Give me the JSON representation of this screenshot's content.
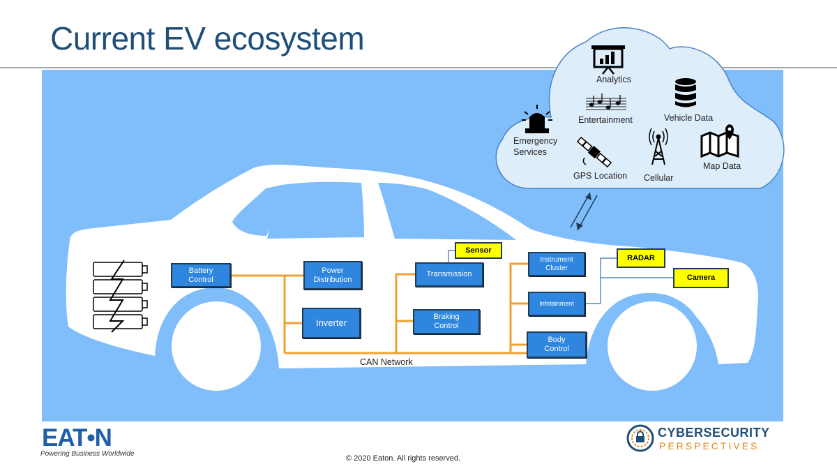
{
  "page": {
    "title": "Current EV ecosystem",
    "footer": "© 2020 Eaton. All rights reserved."
  },
  "colors": {
    "title": "#1f4e79",
    "panel": "#80bdfb",
    "cloud": "#deedfa",
    "car_body": "#ffffff",
    "ecu_fill": "#2e86de",
    "ecu_border": "#1f3b57",
    "sensor_fill": "#ffff00",
    "can_bus": "#f0a030",
    "sensor_link": "#2e6fbd"
  },
  "cloud": {
    "services": [
      {
        "label": "Analytics",
        "icon": "presentation-board-icon"
      },
      {
        "label": "Entertainment",
        "icon": "music-notes-icon"
      },
      {
        "label": "Vehicle Data",
        "icon": "database-icon"
      },
      {
        "label": "Emergency\nServices",
        "icon": "siren-icon"
      },
      {
        "label": "GPS Location",
        "icon": "satellite-icon"
      },
      {
        "label": "Cellular",
        "icon": "cell-tower-icon"
      },
      {
        "label": "Map Data",
        "icon": "map-pin-icon"
      }
    ]
  },
  "vehicle": {
    "battery_icon": "battery-pack-icon",
    "ecus": {
      "battery_control": "Battery\nControl",
      "power_distribution": "Power\nDistribution",
      "inverter": "Inverter",
      "transmission": "Transmission",
      "braking_control": "Braking\nControl",
      "instrument_cluster": "Instrument\nCluster",
      "infotainment": "Infotainment",
      "body_control": "Body\nControl"
    },
    "sensors": {
      "sensor": "Sensor",
      "radar": "RADAR",
      "camera": "Camera"
    },
    "network_label": "CAN Network"
  },
  "branding": {
    "eaton_logo": "EAT•N",
    "eaton_tagline": "Powering Business Worldwide",
    "cyber_logo_line1": "CYBERSECURITY",
    "cyber_logo_line2": "PERSPECTIVES"
  }
}
